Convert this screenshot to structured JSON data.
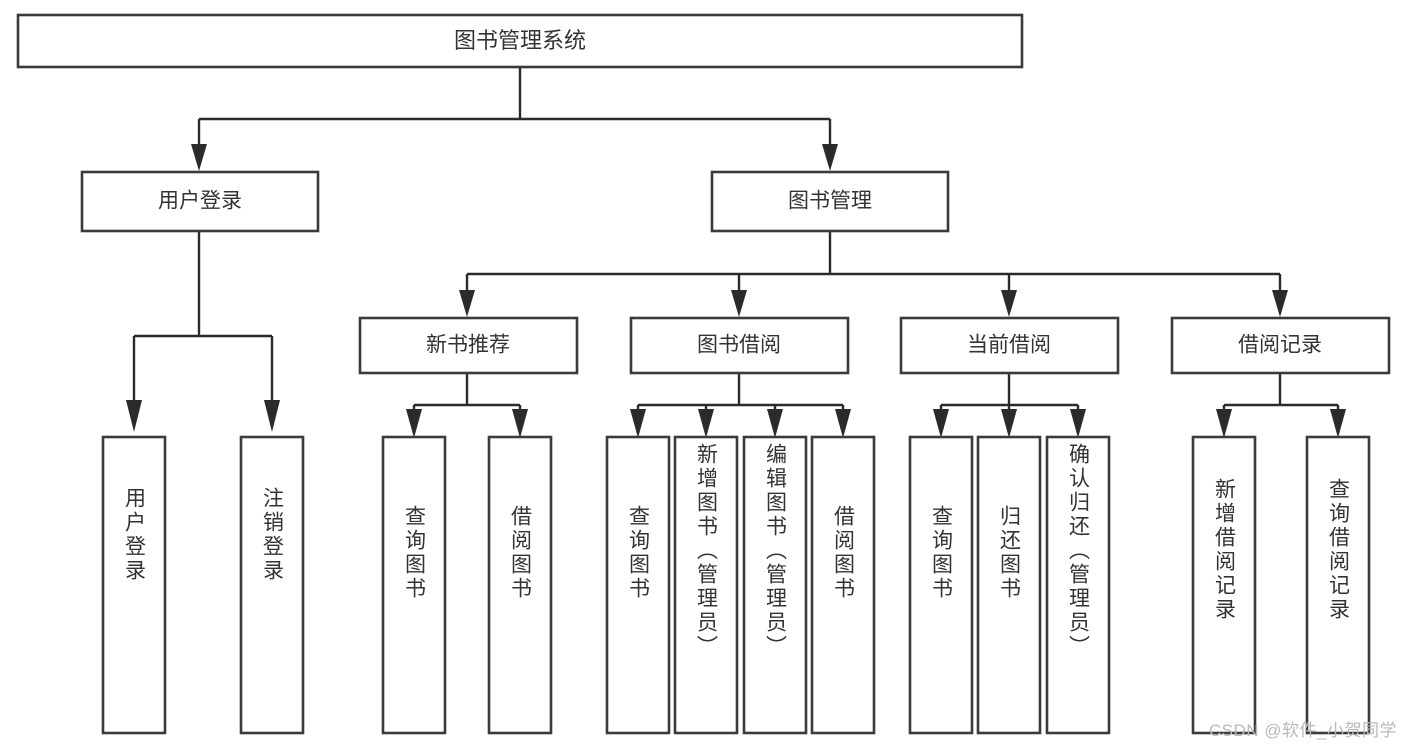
{
  "diagram": {
    "title": "图书管理系统",
    "type": "tree-hierarchy-chart",
    "orientation": "top-down",
    "watermark": "CSDN @软件_小贺同学",
    "colors": {
      "background": "#ffffff",
      "box_fill": "#ffffff",
      "box_stroke": "#3b3b3b",
      "connector": "#2b2b2b",
      "text": "#333333",
      "watermark": "#b9b9b9"
    }
  },
  "root": {
    "id": "root",
    "label": "图书管理系统",
    "orientation": "horizontal"
  },
  "level1": [
    {
      "id": "user-login",
      "label": "用户登录",
      "orientation": "horizontal"
    },
    {
      "id": "book-management",
      "label": "图书管理",
      "orientation": "horizontal"
    }
  ],
  "level2": [
    {
      "id": "new-book-recommend",
      "label": "新书推荐",
      "parent": "book-management",
      "orientation": "horizontal"
    },
    {
      "id": "book-borrow",
      "label": "图书借阅",
      "parent": "book-management",
      "orientation": "horizontal"
    },
    {
      "id": "current-borrow",
      "label": "当前借阅",
      "parent": "book-management",
      "orientation": "horizontal"
    },
    {
      "id": "borrow-record",
      "label": "借阅记录",
      "parent": "book-management",
      "orientation": "horizontal"
    }
  ],
  "leaves": [
    {
      "id": "leaf-user-login",
      "label": "用户登录",
      "parent": "user-login",
      "orientation": "vertical"
    },
    {
      "id": "leaf-logout-login",
      "label": "注销登录",
      "parent": "user-login",
      "orientation": "vertical"
    },
    {
      "id": "leaf-query-book-1",
      "label": "查询图书",
      "parent": "new-book-recommend",
      "orientation": "vertical"
    },
    {
      "id": "leaf-borrow-book-1",
      "label": "借阅图书",
      "parent": "new-book-recommend",
      "orientation": "vertical"
    },
    {
      "id": "leaf-query-book-2",
      "label": "查询图书",
      "parent": "book-borrow",
      "orientation": "vertical"
    },
    {
      "id": "leaf-add-book",
      "label": "新增图书（管理员）",
      "parent": "book-borrow",
      "orientation": "vertical"
    },
    {
      "id": "leaf-edit-book",
      "label": "编辑图书（管理员）",
      "parent": "book-borrow",
      "orientation": "vertical"
    },
    {
      "id": "leaf-borrow-book-2",
      "label": "借阅图书",
      "parent": "book-borrow",
      "orientation": "vertical"
    },
    {
      "id": "leaf-query-book-3",
      "label": "查询图书",
      "parent": "current-borrow",
      "orientation": "vertical"
    },
    {
      "id": "leaf-return-book",
      "label": "归还图书",
      "parent": "current-borrow",
      "orientation": "vertical"
    },
    {
      "id": "leaf-confirm-return",
      "label": "确认归还（管理员）",
      "parent": "current-borrow",
      "orientation": "vertical"
    },
    {
      "id": "leaf-add-record",
      "label": "新增借阅记录",
      "parent": "borrow-record",
      "orientation": "vertical"
    },
    {
      "id": "leaf-query-record",
      "label": "查询借阅记录",
      "parent": "borrow-record",
      "orientation": "vertical"
    }
  ]
}
